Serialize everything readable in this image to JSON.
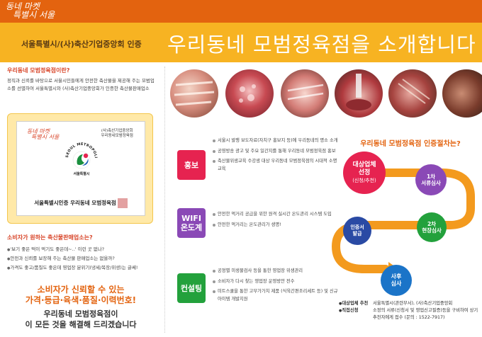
{
  "header": {
    "logo_line1": "동네 마켓",
    "logo_line2": "특별시 서울",
    "subtitle": "서울특별시/(사)축산기업중앙회 인증",
    "title": "우리동네 모범정육점을 소개합니다"
  },
  "about": {
    "heading": "우리동네 모범정육점이란?",
    "body": "정직과 신뢰를 바탕으로 서울시민들에게 안전한 축산물을 제공해 주는 모범업소를 선별하여 서울특별시와 (사)축산기업중앙회가 인증한 축산물판매업소"
  },
  "cert": {
    "logo_line1": "동네 마켓",
    "logo_line2": "특별시 서울",
    "issuer_line1": "(사)축산기업중앙회",
    "issuer_line2": "우리동네모범정육점",
    "seal_text": "SEOUL METROPOLITAN GOVERNMENT",
    "seal_label": "서울특별시",
    "caption": "서울특별시인증 우리동네 모범정육점"
  },
  "why": {
    "heading": "소비자가 원하는 축산물판매업소는?",
    "items": [
      "'보기 좋은 떡이 먹기도 좋은데~..' 이런 곳 없나?",
      "안전과 신뢰를 보장해 주는 축산물 판매업소는 없을까?",
      "가격도 좋고/품질도 좋은데 영업장 분위기(냉세/복장/위생)는 글쎄!"
    ],
    "slogan1": "소비자가 신뢰할 수 있는",
    "slogan2": "가격·등급·육색·품질·이력번호!",
    "slogan3": "우리동네 모범정육점이",
    "slogan4": "이 모든 것을 해결해 드리겠습니다"
  },
  "benefits": [
    {
      "tag": "홍보",
      "color": "#e62350",
      "items": [
        "서울시 발행 보도자료(자치구 홍보지 등)에 우리동네의 명소 소개",
        "공영방송 광고 및 주요 일간지를 통해 우리동네 모범정육점 홍보",
        "축산물위생교육 수강생 대상 우리동네 모범정육점의 시대적 소명 교육"
      ]
    },
    {
      "tag": "WIFI 온도계",
      "tag_line1": "WIFI",
      "tag_line2": "온도계",
      "color": "#8a49b6",
      "items": [
        "안전한 먹거리 공급을 위한 원격 실시간 온도관리 시스템 도입",
        "안전한 먹거리는 온도관리가 생명!"
      ]
    },
    {
      "tag": "컨설팅",
      "color": "#23a13c",
      "items": [
        "공정별 미생물검사 등을 통한 영업장 위생관리",
        "소비자가 다시 찾는 영업장 운영방안 전수",
        "미트스쿨을 통한 고부가가치 제품 (식육간편조리세트 등) 및 신규아이템 개발지원"
      ]
    }
  ],
  "process": {
    "title": "우리동네 모범정육점 인증절차는?",
    "steps": [
      {
        "line1": "대상업체",
        "line2": "선정",
        "line3": "(신청/추천)",
        "color": "#e62350"
      },
      {
        "line1": "1차",
        "line2": "서류심사",
        "color": "#8a49b6"
      },
      {
        "line1": "2차",
        "line2": "현장심사",
        "color": "#23a13c"
      },
      {
        "line1": "인증서",
        "line2": "발급",
        "color": "#2a4aa4"
      },
      {
        "line1": "사후",
        "line2": "심사",
        "color": "#1b74c8"
      }
    ],
    "notes": [
      {
        "key": "대상업체 추천",
        "value": "서울특별시(관련부서), (사)축산기업중앙회"
      },
      {
        "key": "직접신청",
        "value": "소정의 서류(신청서 및 영업신고필증)등을 구비하여 상기 추천자에게 접수 (문의 : 1522-7917)"
      }
    ]
  },
  "colors": {
    "top_bar": "#e3630f",
    "banner": "#f7b322",
    "accent_red": "#d8462a"
  }
}
